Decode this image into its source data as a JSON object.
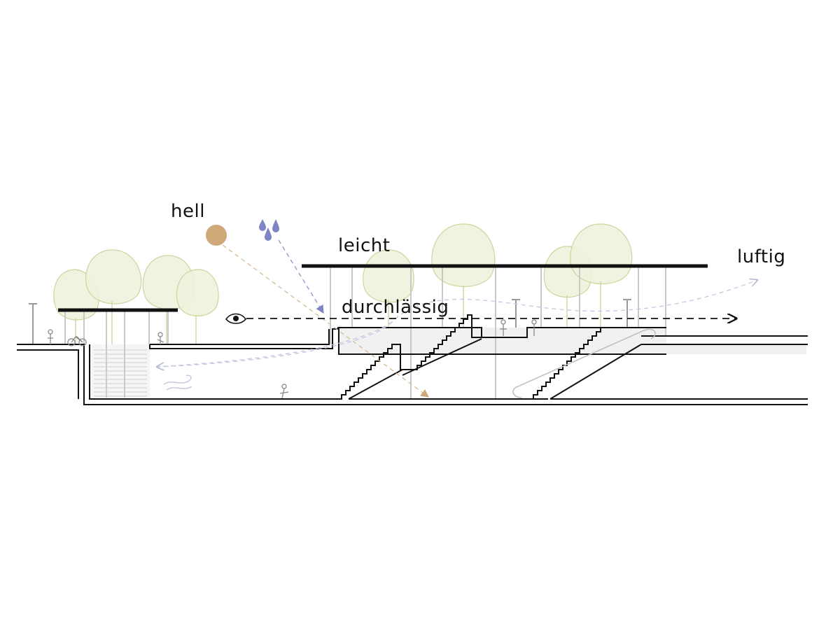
{
  "labels": {
    "hell": "hell",
    "leicht": "leicht",
    "luftig": "luftig",
    "durchlaessig": "durchlässig"
  },
  "colors": {
    "structure": "#111111",
    "ground_fill": "#f0f0f0",
    "tree_fill": "#eef2dd",
    "tree_stroke": "#c7d89e",
    "sun": "#cfa878",
    "rain": "#7d86c2",
    "air_flow": "#c3c7e0",
    "column": "#cfcfcf"
  },
  "icons": [
    "sun-icon",
    "raindrop-icon",
    "eye-icon",
    "wind-icon",
    "bicycle-icon",
    "person-icon"
  ]
}
